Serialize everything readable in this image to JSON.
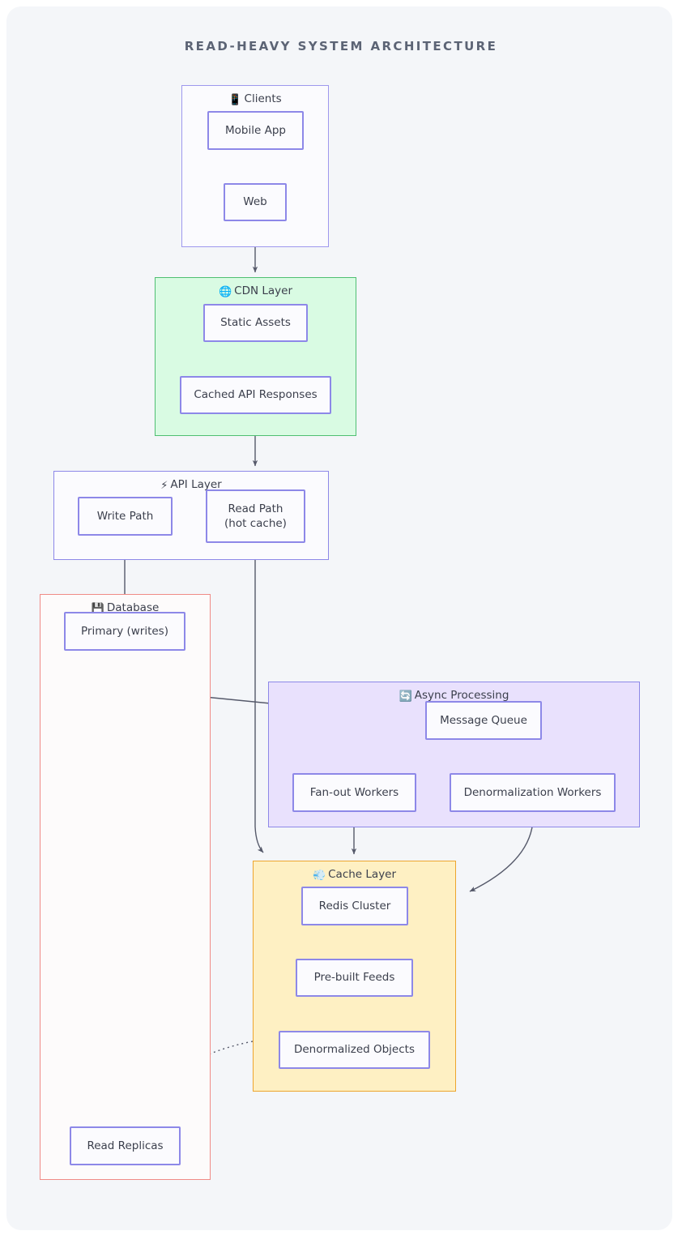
{
  "page": {
    "title": "READ-HEAVY SYSTEM ARCHITECTURE",
    "background": "#ffffff",
    "canvas_background": "#f4f6f9"
  },
  "chart_data": {
    "type": "diagram",
    "title": "READ-HEAVY SYSTEM ARCHITECTURE",
    "layout": "top-to-bottom flowchart with subgraph clusters",
    "clusters": [
      {
        "id": "clients",
        "icon": "mobile-phone-icon",
        "icon_glyph": "📱",
        "label": "Clients",
        "fill": "#fbfbfe",
        "border": "#9e98ee",
        "nodes": [
          "Mobile App",
          "Web"
        ]
      },
      {
        "id": "cdn",
        "icon": "globe-icon",
        "icon_glyph": "🌐",
        "label": "CDN Layer",
        "fill": "#d9fbe3",
        "border": "#4fbf72",
        "nodes": [
          "Static Assets",
          "Cached API Responses"
        ]
      },
      {
        "id": "api",
        "icon": "lightning-bolt-icon",
        "icon_glyph": "⚡",
        "label": "API Layer",
        "fill": "#fbfbfe",
        "border": "#8d88e8",
        "nodes": [
          "Write Path",
          "Read Path (hot cache)"
        ]
      },
      {
        "id": "database",
        "icon": "floppy-disk-icon",
        "icon_glyph": "💾",
        "label": "Database",
        "fill": "#fdfbfb",
        "border": "#f08b86",
        "nodes": [
          "Primary (writes)",
          "Read Replicas"
        ]
      },
      {
        "id": "async",
        "icon": "refresh-icon",
        "icon_glyph": "🔄",
        "label": "Async Processing",
        "fill": "#e9e1fd",
        "border": "#8d88e8",
        "nodes": [
          "Message Queue",
          "Fan-out Workers",
          "Denormalization Workers"
        ]
      },
      {
        "id": "cache",
        "icon": "dash-cloud-icon",
        "icon_glyph": "💨",
        "label": "Cache Layer",
        "fill": "#fef0c3",
        "border": "#eda52e",
        "nodes": [
          "Redis Cluster",
          "Pre-built Feeds",
          "Denormalized Objects"
        ]
      }
    ],
    "nodes": {
      "mobile_app": "Mobile App",
      "web": "Web",
      "static_assets": "Static Assets",
      "cached_api": "Cached API Responses",
      "write_path": "Write Path",
      "read_path": "Read Path\n(hot cache)",
      "read_path_line1": "Read Path",
      "read_path_line2": "(hot cache)",
      "primary": "Primary (writes)",
      "read_replicas": "Read Replicas",
      "message_queue": "Message Queue",
      "fanout_workers": "Fan-out Workers",
      "denorm_workers": "Denormalization Workers",
      "redis_cluster": "Redis Cluster",
      "prebuilt_feeds": "Pre-built Feeds",
      "denorm_objects": "Denormalized Objects"
    },
    "edges": [
      {
        "from": "Clients",
        "to": "CDN Layer",
        "style": "solid",
        "arrow": true
      },
      {
        "from": "CDN Layer",
        "to": "API Layer",
        "style": "solid",
        "arrow": true
      },
      {
        "from": "Write Path",
        "to": "Primary (writes)",
        "style": "solid",
        "arrow": true
      },
      {
        "from": "Primary (writes)",
        "to": "Message Queue",
        "style": "solid",
        "arrow": true
      },
      {
        "from": "Read Path (hot cache)",
        "to": "Cache Layer",
        "style": "solid",
        "arrow": true
      },
      {
        "from": "Message Queue",
        "to": "Fan-out Workers",
        "style": "solid",
        "arrow": true
      },
      {
        "from": "Message Queue",
        "to": "Denormalization Workers",
        "style": "solid",
        "arrow": true
      },
      {
        "from": "Fan-out Workers",
        "to": "Cache Layer",
        "style": "solid",
        "arrow": true
      },
      {
        "from": "Denormalization Workers",
        "to": "Redis Cluster",
        "style": "solid",
        "arrow": true
      },
      {
        "from": "Denormalized Objects",
        "to": "Read Replicas",
        "style": "dotted",
        "arrow": true
      }
    ],
    "node_style": {
      "fill": "#fbfbfe",
      "border": "#8d88e8",
      "text": "#3b3f4c"
    },
    "edge_color": "#55596a"
  }
}
